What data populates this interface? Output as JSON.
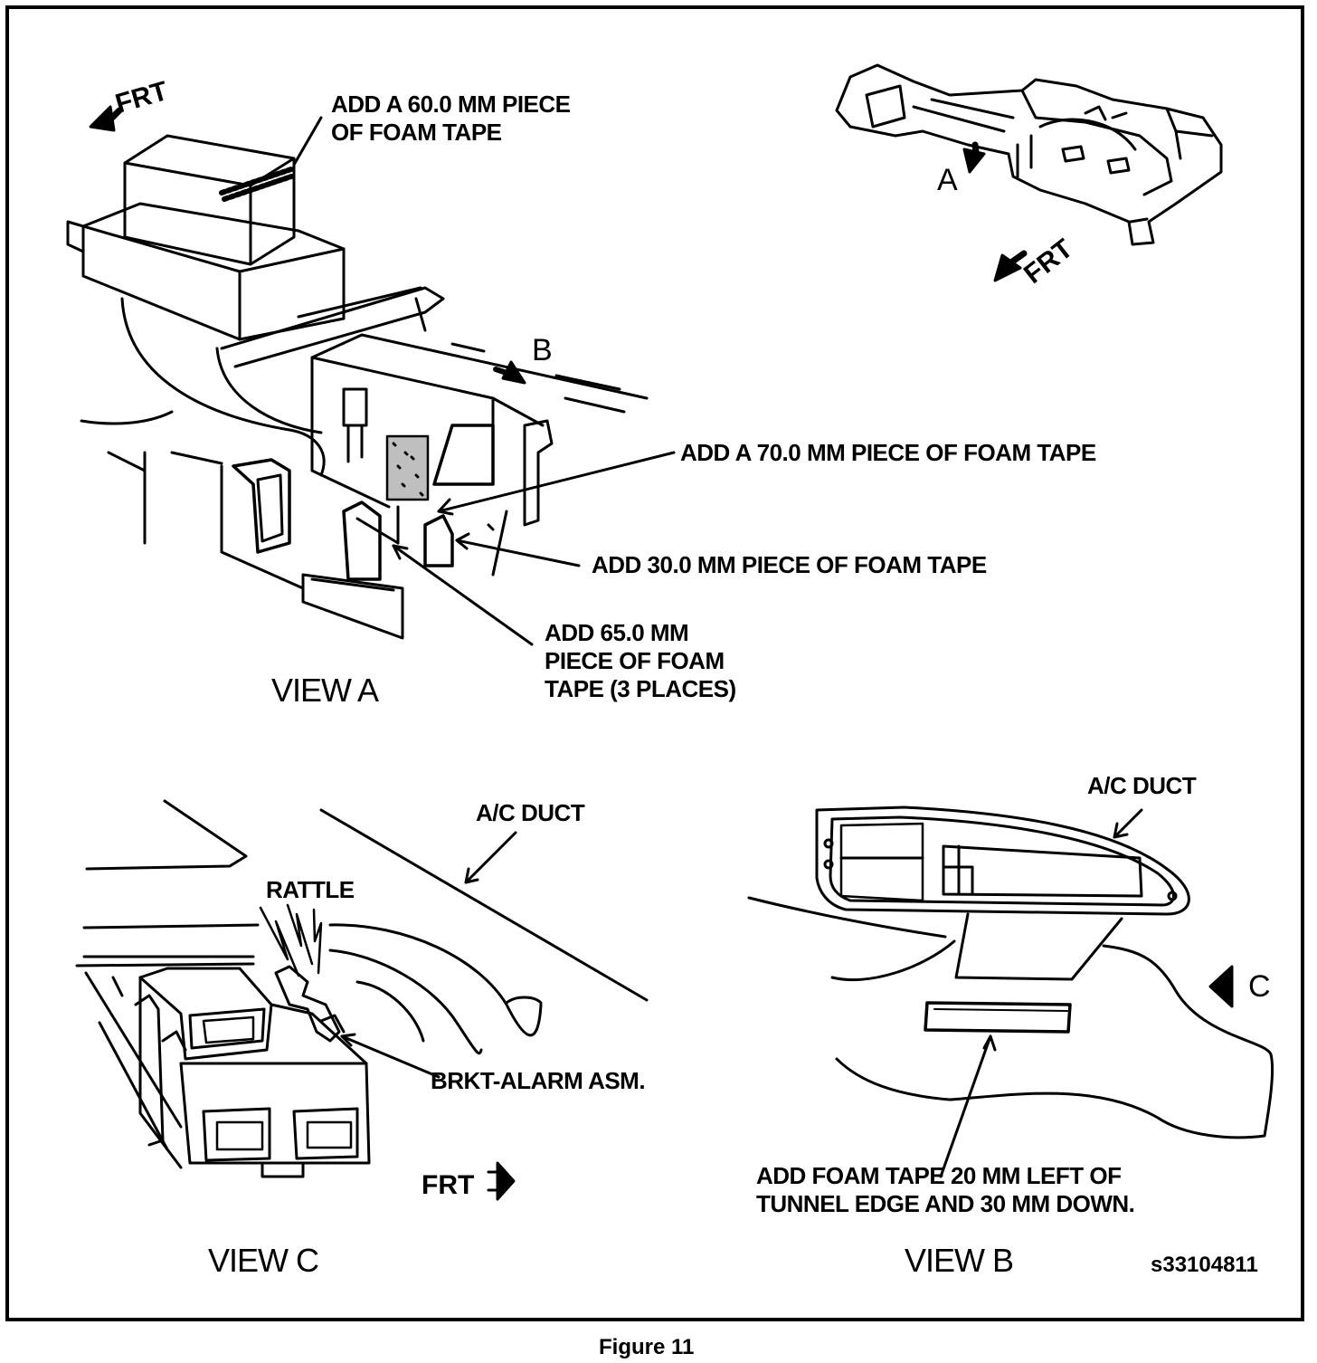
{
  "labels": {
    "foam_60": "ADD A 60.0 MM PIECE\nOF FOAM TAPE",
    "foam_70": "ADD A 70.0 MM PIECE OF FOAM TAPE",
    "foam_30": "ADD 30.0 MM PIECE OF FOAM TAPE",
    "foam_65": "ADD 65.0 MM\nPIECE OF FOAM\nTAPE (3 PLACES)",
    "ac_duct_c": "A/C DUCT",
    "ac_duct_b": "A/C DUCT",
    "rattle": "RATTLE",
    "brkt": "BRKT-ALARM ASM.",
    "foam_20": "ADD FOAM TAPE 20 MM LEFT OF\nTUNNEL EDGE AND 30 MM DOWN."
  },
  "direction": {
    "frt_a": "FRT",
    "frt_top": "FRT",
    "frt_c": "FRT",
    "letter_a": "A",
    "letter_b": "B",
    "letter_c": "C"
  },
  "views": {
    "view_a": "VIEW A",
    "view_b": "VIEW B",
    "view_c": "VIEW C"
  },
  "figure_code": "s33104811",
  "caption": "Figure 11"
}
